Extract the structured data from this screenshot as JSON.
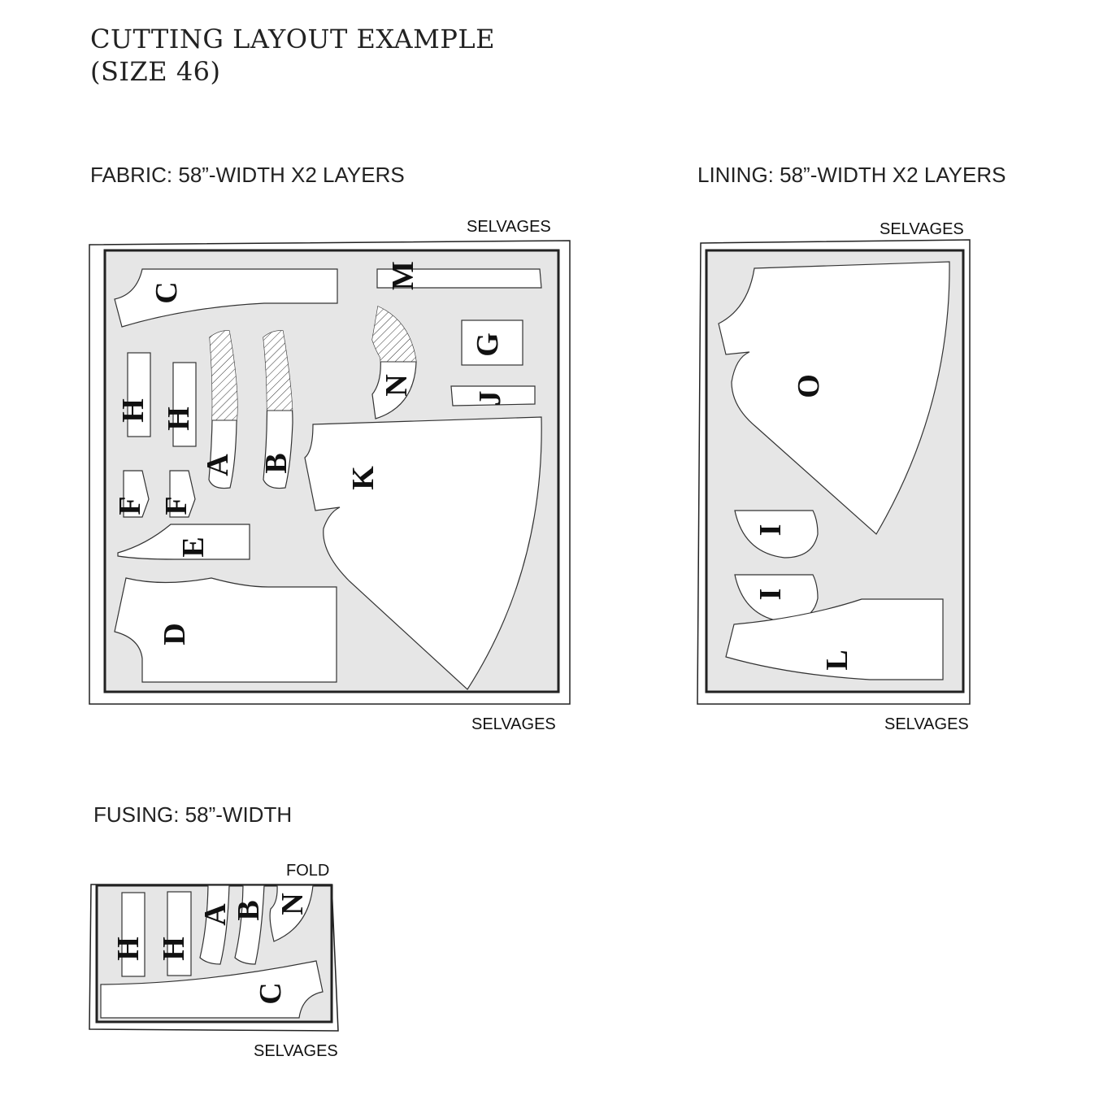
{
  "title": {
    "line1": "CUTTING LAYOUT EXAMPLE",
    "line2": "(SIZE 46)"
  },
  "fabric": {
    "heading": "FABRIC: 58”-WIDTH X2 LAYERS",
    "top_edge": "SELVAGES",
    "bottom_edge": "SELVAGES",
    "pieces": {
      "C": "C",
      "M": "M",
      "H1": "H",
      "H2": "H",
      "A": "A",
      "B": "B",
      "N": "N",
      "G": "G",
      "J": "J",
      "F1": "F",
      "F2": "F",
      "E": "E",
      "D": "D",
      "K": "K"
    }
  },
  "lining": {
    "heading": "LINING: 58”-WIDTH X2 LAYERS",
    "top_edge": "SELVAGES",
    "bottom_edge": "SELVAGES",
    "pieces": {
      "O": "O",
      "I1": "I",
      "I2": "I",
      "L": "L"
    }
  },
  "fusing": {
    "heading": "FUSING: 58”-WIDTH",
    "top_edge": "FOLD",
    "bottom_edge": "SELVAGES",
    "pieces": {
      "H1": "H",
      "H2": "H",
      "A": "A",
      "B": "B",
      "N": "N",
      "C": "C"
    }
  }
}
